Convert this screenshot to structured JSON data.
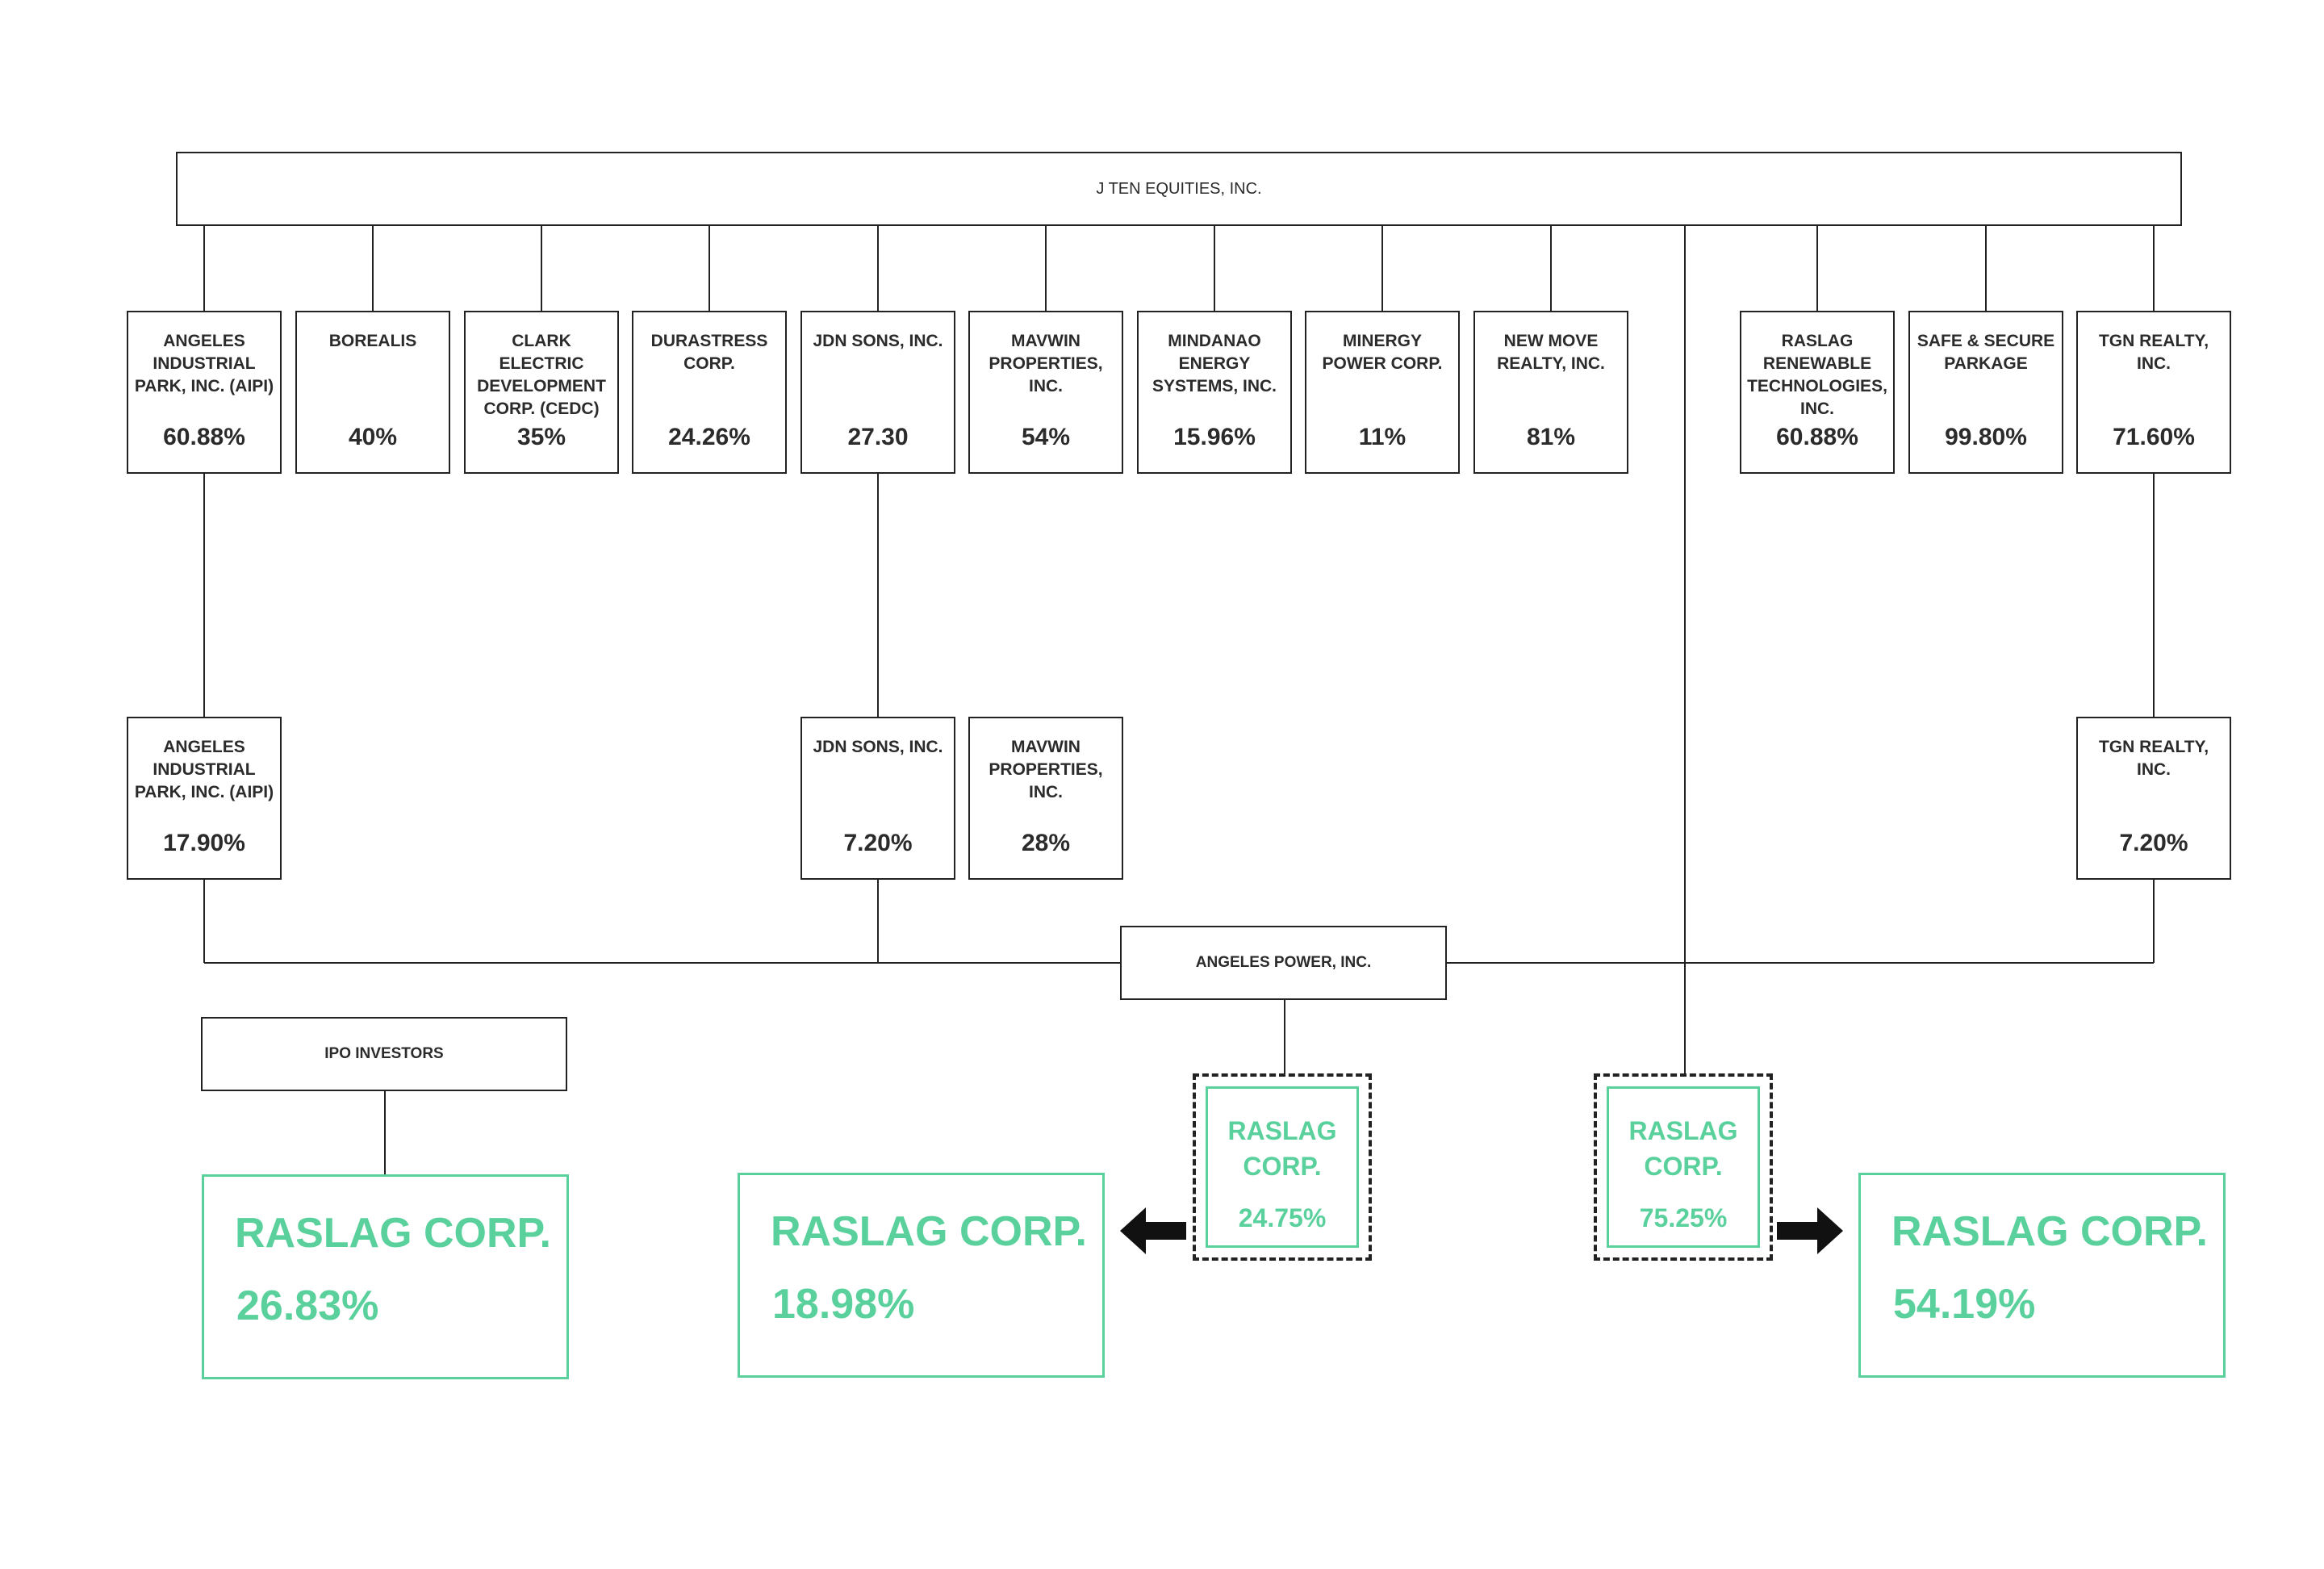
{
  "colors": {
    "accent": "#5ad19c",
    "line": "#222222",
    "text": "#2b2b2b"
  },
  "parent": {
    "name": "J TEN EQUITIES, INC."
  },
  "row1": [
    {
      "name": "ANGELES INDUSTRIAL PARK, INC. (AIPI)",
      "pct": "60.88%"
    },
    {
      "name": "BOREALIS",
      "pct": "40%"
    },
    {
      "name": "CLARK ELECTRIC DEVELOPMENT CORP. (CEDC)",
      "pct": "35%"
    },
    {
      "name": "DURASTRESS CORP.",
      "pct": "24.26%"
    },
    {
      "name": "JDN SONS, INC.",
      "pct": "27.30"
    },
    {
      "name": "MAVWIN PROPERTIES, INC.",
      "pct": "54%"
    },
    {
      "name": "MINDANAO ENERGY SYSTEMS, INC.",
      "pct": "15.96%"
    },
    {
      "name": "MINERGY POWER CORP.",
      "pct": "11%"
    },
    {
      "name": "NEW MOVE REALTY, INC.",
      "pct": "81%"
    },
    {
      "name": "RASLAG RENEWABLE TECHNOLOGIES, INC.",
      "pct": "60.88%"
    },
    {
      "name": "SAFE & SECURE PARKAGE",
      "pct": "99.80%"
    },
    {
      "name": "TGN REALTY, INC.",
      "pct": "71.60%"
    }
  ],
  "row2": [
    {
      "name": "ANGELES INDUSTRIAL PARK, INC. (AIPI)",
      "pct": "17.90%"
    },
    {
      "name": "JDN SONS, INC.",
      "pct": "7.20%"
    },
    {
      "name": "MAVWIN PROPERTIES, INC.",
      "pct": "28%"
    },
    {
      "name": "TGN REALTY, INC.",
      "pct": "7.20%"
    }
  ],
  "angeles_power": {
    "name": "ANGELES POWER, INC."
  },
  "ipo": {
    "name": "IPO INVESTORS"
  },
  "raslag_small": [
    {
      "name": "RASLAG CORP.",
      "pct": "24.75%"
    },
    {
      "name": "RASLAG CORP.",
      "pct": "75.25%"
    }
  ],
  "raslag_big": [
    {
      "name": "RASLAG CORP.",
      "pct": "26.83%"
    },
    {
      "name": "RASLAG CORP.",
      "pct": "18.98%"
    },
    {
      "name": "RASLAG CORP.",
      "pct": "54.19%"
    }
  ]
}
